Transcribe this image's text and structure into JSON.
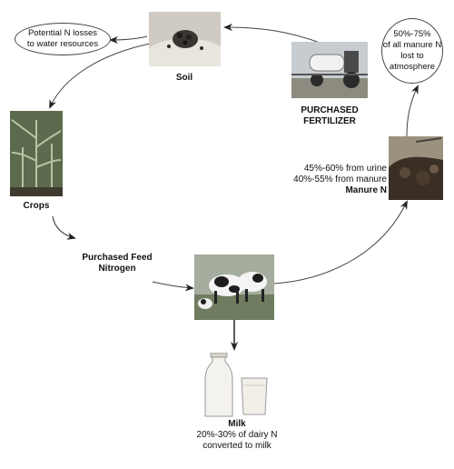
{
  "nodes": {
    "soil": {
      "label": "Soil"
    },
    "purchased_fertilizer": {
      "line1": "PURCHASED",
      "line2": "FERTILIZER"
    },
    "crops": {
      "label": "Crops"
    },
    "purchased_feed": {
      "line1": "Purchased Feed",
      "line2": "Nitrogen"
    },
    "manure": {
      "line1": "45%-60% from urine",
      "line2": "40%-55% from manure",
      "line3": "Manure N"
    },
    "milk": {
      "label": "Milk",
      "line1": "20%-30% of dairy N",
      "line2": "converted to milk"
    }
  },
  "bubbles": {
    "water_losses": {
      "line1": "Potential N losses",
      "line2": "to water resources"
    },
    "atmosphere_losses": {
      "line1": "50%-75%",
      "line2": "of all manure N",
      "line3": "lost to",
      "line4": "atmosphere"
    }
  },
  "colors": {
    "line": "#333333",
    "arrow": "#222222"
  }
}
